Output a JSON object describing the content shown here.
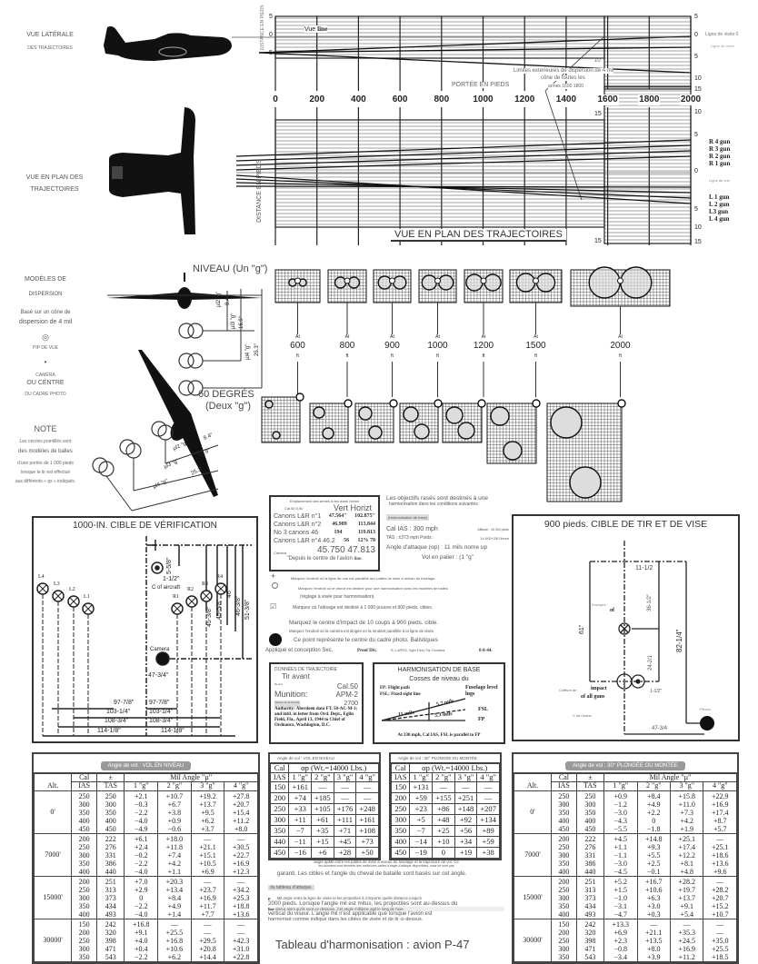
{
  "left_labels": {
    "side_view": [
      "VUE LATÉRALE",
      "DES TRAJECTOIRES"
    ],
    "plan_view": [
      "VUE EN PLAN DES",
      "TRAJECTOIRES"
    ],
    "dispersion": [
      "MODÈLES DE",
      "DISPERSION",
      "Basé sur un cône de",
      "dispersion de 4 mil"
    ],
    "pip": "PIP DE VUE",
    "camera": [
      "CAMÉRA",
      "OU CENTRE",
      "DU CADRE PHOTO"
    ],
    "note_title": "NOTE",
    "note_lines": [
      "Les cercles pointillés sont",
      "des modèles de balles",
      "d'une portée de 1 000 pieds",
      "lorsque le tir est effectué",
      "aux différents « gs » indiqués."
    ]
  },
  "trajectory_chart": {
    "y_axis_label": "DISTANCE EN PIEDS",
    "y_axis_label2": "DISTANCE EN PIEDS",
    "range_label": "PORTÉE EN PIEDS",
    "range_ticks": [
      "0",
      "200",
      "400",
      "600",
      "800",
      "1000",
      "1200",
      "1400",
      "1600",
      "1800",
      "2000"
    ],
    "side_left_ticks": [
      "5",
      "0",
      "5"
    ],
    "side_right_ticks": [
      "5",
      "0",
      "5",
      "10"
    ],
    "side_mid_tick": "10",
    "vue_line": "Vue",
    "vue_line2": "line",
    "sight_line_label": "Ligne de visée 0",
    "sight_line_sub": "Ligne de visée",
    "dispersion_note": [
      "Limites extérieures de dispersion de 4 mil",
      "cône de toutes les",
      "armes 1600 1800"
    ],
    "plan_right_ticks": [
      "15",
      "10",
      "5",
      "0",
      "5",
      "10",
      "15"
    ],
    "plan_left_tick": "15",
    "plan_left_tick2": "15",
    "gun_labels_right": [
      "R 4 gun",
      "R 3 gun",
      "R 2 gun",
      "R 1 gun"
    ],
    "gun_labels_left": [
      "L 1 gun",
      "L 2 gun",
      "L3 gun",
      "L 4 gun"
    ],
    "sight_line_plan": "Ligne de vue",
    "plan_title": "VUE EN PLAN DES TRAJECTOIRES"
  },
  "dispersion": {
    "level_title": "NIVEAU (Un \"g\")",
    "dive_title": "60 DEGRÉS",
    "dive_sub": "(Deux \"g\")",
    "level_dims": [
      "µl2 \"g\"",
      "8.4\"",
      "µl3 \"g\"",
      "16.9\"",
      "µl4 \"g\"",
      "25.3\""
    ],
    "dive_dims": [
      "µl2 \"g\"",
      "8.4\"",
      "µl3 \"g\"",
      "16.9\"",
      "µl4 \"g\"",
      "25.3\""
    ],
    "at": "At",
    "ft": "ft",
    "ranges": [
      "600",
      "800",
      "900",
      "1000",
      "1200",
      "1500",
      "2000"
    ]
  },
  "verification_target": {
    "title": "1000-IN. CIBLE DE VÉRIFICATION",
    "guns_left": [
      "L4",
      "L3",
      "L2",
      "L1"
    ],
    "guns_right": [
      "R1",
      "R2",
      "R3",
      "R4"
    ],
    "camera": "Camera",
    "c_of_aircraft": "C of aircraft",
    "dims_v": [
      "5-5/8\"",
      "45-3/8\"",
      "45-5/8\"",
      "46\"",
      "46-3/8\"",
      "51-3/8\""
    ],
    "dim_pip": "1-1/2\"",
    "dim_camera": "47-3/4\"",
    "dims_h": [
      "97-7/8\"",
      "97-7/8\"",
      "103-1/4\"",
      "103-1/4\"",
      "108-3/4\"",
      "108-3/4\"",
      "114-1/8\"",
      "114-1/8\""
    ]
  },
  "gun_positions": {
    "header": "Emplacement des armes à feu dans l'avion",
    "cal": "Cal.50 0,50",
    "col_headers": "Vert Horizt",
    "rows": [
      {
        "label": "Canons L&R n°1",
        "v": "47.564\"",
        "h": "102.875\""
      },
      {
        "label": "Canons L&R n°2",
        "v": "46.989",
        "h": "113.844"
      },
      {
        "label": "No 3 canons 46",
        "v": "194",
        "h": "119.813"
      },
      {
        "label": "Canons L&R n°4 46.2",
        "v": "56",
        "h": "12% 78"
      }
    ],
    "camera_label": "Caméra",
    "camera_values": "45.750 47.813",
    "footnote": "\"Depuis le centre de l'avion",
    "footnote_unit": "line."
  },
  "conditions": {
    "intro": "Les objectifs rasés sont destinés à une",
    "intro2": "harmonisation dans les conditions suivantes",
    "tag": "(harmonisation de base)",
    "cal_ias": "Cal IAS : 300 mph",
    "altitude": "Altitude : 15 000 pieds",
    "tas": "TAS : ±373 mph Poids :",
    "weight": "14 000+250 livres",
    "attack": "Angle d'attaque (αp) : 11 mils nome up",
    "level": "Vol en palier : (1 \"g\""
  },
  "legend": [
    {
      "icon": "plus-circle-icon",
      "text": "Marquez l'endroit où la ligne de vue est parallèle aux pattes de mise à niveau du fuselage."
    },
    {
      "icon": "circle-icon",
      "text": "Marquez l'endroit où le viseur est destiné pour une harmonisation avec les modèles de balles"
    },
    {
      "icon": "",
      "text": "(réglage à visée pour harmonisation)."
    },
    {
      "icon": "crossed-circle-icon",
      "text": "Marquez où l'alésage est destiné à 1 000 pouces et 900 pieds. cibles."
    },
    {
      "icon": "",
      "text": "Marquez le centre d'impact de 10 coups à 900 pieds. cible."
    },
    {
      "icon": "",
      "text": "Marquez l'endroit où la caméra est dirigée en la rendant parallèle à la ligne de visée."
    },
    {
      "icon": "filled-circle-icon",
      "text": "Ce point représente le centre du cadre photo. Balistiques"
    }
  ],
  "signature": {
    "applied": "Appliqué et conception Sec.",
    "proof": "Proof Div.",
    "source": "R. L.WPGC, Eglin Field, Fla. Données",
    "date": "8-8-44."
  },
  "trajectory_data": {
    "title": "DONNÉES DE TRAJECTOIRE",
    "fire": "Tir avant",
    "round": "Round",
    "munition": "Munition:",
    "cal": "Cal.50",
    "apm": "APM-2",
    "velocity_label": "Vitesse de la bouche",
    "velocity": "2700",
    "authority": "Authority: Aberdeen data FT. 50-AC-M-1; and infd. in letter from Ord. Dept., Eglin Field, Fla., April 13, 1944 to Chief of Ordnance, Washington, D.C."
  },
  "harmonisation_base": {
    "title": "HARMONISATION DE BASE",
    "subtitle": "Cosses de niveau du",
    "fp": "FP: Flight path",
    "fsl": "FSL: Fixed sight line",
    "lugs": "Fuselage level lugs",
    "fsl_label": "FSL",
    "fp_label": "FP",
    "mils_57": "5.7 mils",
    "mils_11": "11 mils",
    "mils_53": "5.3 mils",
    "footer": "At 330 mph, Cal IAS, FSL is parallel to FP"
  },
  "firing_target": {
    "title": "900 pieds. CIBLE DE TIR ET DE VISE",
    "dim_top": "11-1/2",
    "dim_v1": "36-1/2\"",
    "dim_v2": "24-2/1",
    "dim_61": "61\"",
    "dim_82": "82-1/4\"",
    "dim_pip": "1-1/2\"",
    "dim_bottom": "47-3/4",
    "bore_label": "Emrayez",
    "of_label": "of",
    "center_label": "C de l'avion",
    "impact_prefix": "Coiffure de",
    "impact": "impact",
    "impact2": "of all guns",
    "camera": "Pièces"
  },
  "tables": {
    "level": {
      "caption": "Angle de vol : VOL EN NIVEAU",
      "headers": {
        "alt": "Alt.",
        "cal": "Cal",
        "ias": "IAS",
        "pm": "±",
        "tas": "TAS",
        "mil": "Mil Angle \"µ\"",
        "g": [
          "1 \"g\"",
          "2 \"g\"",
          "3 \"g\"",
          "4 \"g\""
        ]
      },
      "groups": [
        {
          "alt": "0'",
          "ias": "250\n300\n350\n400\n450",
          "tas": "250\n300\n350\n400\n450",
          "g": [
            "+2.1\n−0.3\n−2.2\n−4.0\n−4.9",
            "+10.7\n+6.7\n+3.8\n+0.9\n−0.6",
            "+19.2\n+13.7\n+9.5\n+6.2\n+3.7",
            "+27.8\n+20.7\n+15.4\n+11.2\n+8.0"
          ]
        },
        {
          "alt": "7000'",
          "ias": "200\n250\n300\n350\n400",
          "tas": "222\n276\n331\n386\n440",
          "g": [
            "+6.1\n+2.4\n−0.2\n−2.2\n−4.0",
            "+18.0\n+11.8\n+7.4\n+4.2\n+1.1",
            "—\n+21.1\n+15.1\n+10.5\n+6.9",
            "—\n+30.5\n+22.7\n+16.9\n+12.3"
          ]
        },
        {
          "alt": "15000'",
          "ias": "200\n250\n300\n350\n400",
          "tas": "251\n313\n373\n434\n493",
          "g": [
            "+7.0\n+2.9\n0\n−2.2\n−4.0",
            "+20.3\n+13.4\n+8.4\n+4.9\n+1.4",
            "—\n+23.7\n+16.9\n+11.7\n+7.7",
            "—\n+34.2\n+25.3\n+18.8\n+13.6"
          ]
        },
        {
          "alt": "30000'",
          "ias": "150\n200\n250\n300\n350",
          "tas": "242\n320\n398\n471\n543",
          "g": [
            "+16.8\n+9.1\n+4.0\n+0.4\n−2.2",
            "—\n+25.5\n+16.8\n+10.6\n+6.2",
            "—\n—\n+29.5\n+20.8\n+14.4",
            "—\n—\n+42.3\n+31.0\n+22.8"
          ]
        }
      ]
    },
    "dive": {
      "caption": "Angle de vol : 30° PLONGÉE OU MONTÉE",
      "headers": {
        "alt": "Alt.",
        "cal": "Cal",
        "ias": "IAS",
        "pm": "±",
        "tas": "TAS",
        "mil": "Mil Angle \"µ\"",
        "g": [
          "1 \"g\"",
          "2 \"g\"",
          "3 \"g\"",
          "4 \"g\""
        ]
      },
      "groups": [
        {
          "alt": "0'",
          "ias": "250\n300\n350\n400\n450",
          "tas": "250\n300\n350\n400\n450",
          "g": [
            "+0.9\n−1.2\n−3.0\n−4.3\n−5.5",
            "+8.4\n+4.9\n+2.2\n0\n−1.8",
            "+15.8\n+11.0\n+7.3\n+4.2\n+1.9",
            "+22.9\n+16.9\n+17.4\n+8.7\n+5.7"
          ]
        },
        {
          "alt": "7000'",
          "ias": "200\n250\n300\n350\n400",
          "tas": "222\n276\n331\n386\n440",
          "g": [
            "+4.5\n+1.1\n−1.1\n−3.0\n−4.5",
            "+14.8\n+9.3\n+5.5\n+2.5\n−0.1",
            "+25.1\n+17.4\n+12.2\n+8.1\n+4.8",
            "—\n+25.1\n+18.6\n+13.6\n+9.6"
          ]
        },
        {
          "alt": "15000'",
          "ias": "200\n250\n300\n350\n400",
          "tas": "251\n313\n373\n434\n493",
          "g": [
            "+5.2\n+1.5\n−1.0\n−3.1\n−4.7",
            "+16.7\n+10.6\n+6.3\n+3.0\n+0.3",
            "+28.2\n+19.7\n+13.7\n+9.1\n+5.4",
            "—\n+28.2\n+20.7\n+15.2\n+10.7"
          ]
        },
        {
          "alt": "30000'",
          "ias": "150\n200\n250\n300\n350",
          "tas": "242\n320\n398\n471\n543",
          "g": [
            "+13.3\n+6.9\n+2.3\n−0.8\n−3.4",
            "—\n+21.1\n+13.5\n+8.0\n+3.9",
            "—\n+35.3\n+24.5\n+16.9\n+11.2",
            "—\n—\n+35.0\n+25.5\n+18.5"
          ]
        }
      ]
    },
    "ap_level": {
      "caption": "Angle de vol : VOL EN NIVEAU",
      "headers": {
        "cal": "Cal",
        "ias": "IAS",
        "ap": "αp (Wt.=14000 Lbs.)",
        "g": [
          "1 \"g\"",
          "2 \"g\"",
          "3 \"g\"",
          "4 \"g\""
        ]
      },
      "rows": [
        [
          "150",
          "+161",
          "—",
          "—",
          "—"
        ],
        [
          "200",
          "+74",
          "+185",
          "—",
          "—"
        ],
        [
          "250",
          "+33",
          "+105",
          "+176",
          "+248"
        ],
        [
          "300",
          "+11",
          "+61",
          "+111",
          "+161"
        ],
        [
          "350",
          "−7",
          "+35",
          "+71",
          "+108"
        ],
        [
          "440",
          "−11",
          "+15",
          "+45",
          "+73"
        ],
        [
          "450",
          "−16",
          "+6",
          "+28",
          "+50"
        ]
      ]
    },
    "ap_dive": {
      "caption": "Angle de vol : 30° PLONGÉE OU MONTÉE",
      "headers": {
        "cal": "Cal",
        "ias": "IAS",
        "ap": "αp (Wt.=14000 Lbs.)",
        "g": [
          "1 \"g\"",
          "2 \"g\"",
          "3 \"g\"",
          "4 \"g\""
        ]
      },
      "rows": [
        [
          "150",
          "+131",
          "—",
          "—",
          "—"
        ],
        [
          "200",
          "+59",
          "+155",
          "+251",
          "—"
        ],
        [
          "250",
          "+23",
          "+86",
          "+148",
          "+207"
        ],
        [
          "300",
          "+5",
          "+48",
          "+92",
          "+134"
        ],
        [
          "350",
          "−7",
          "+25",
          "+56",
          "+89"
        ],
        [
          "400",
          "−14",
          "+10",
          "+34",
          "+59"
        ],
        [
          "450",
          "−19",
          "0",
          "+19",
          "+38"
        ]
      ]
    }
  },
  "footnotes": {
    "p1": "angle apMil entre les pattes de mise à niveau du fuselage et la trajectoire de vol. Ce",
    "p2": "les données sont dérivées des meilleures cartes d'angle d'attaque disponibles, mais ne sont pas",
    "p3": "garanti. Les cibles et l'angle du cheval de bataille sont basés sur cet angle.",
    "p4": "du tableau d'attaque.",
    "mu": "µ",
    "p5": "Mil angle entre la ligne de visée et les projectiles à n'importe quelle distance jusqu'à",
    "p6": "2000 pieds. Lorsque l'angle mil est mitus, les projectiles sont au-dessus du",
    "line": "line",
    "p7": "viseur alors qu'ils sont en dessous. Cet angle millième agit le long de l'axe",
    "p8": "vertical du viseur. L'angle mil n'est applicable que lorsque l'avion est",
    "p9": "harmonisé comme indiqué dans les cibles de visée et de tir ci-dessus."
  },
  "page_title": "Tableau d'harmonisation : avion P-47"
}
